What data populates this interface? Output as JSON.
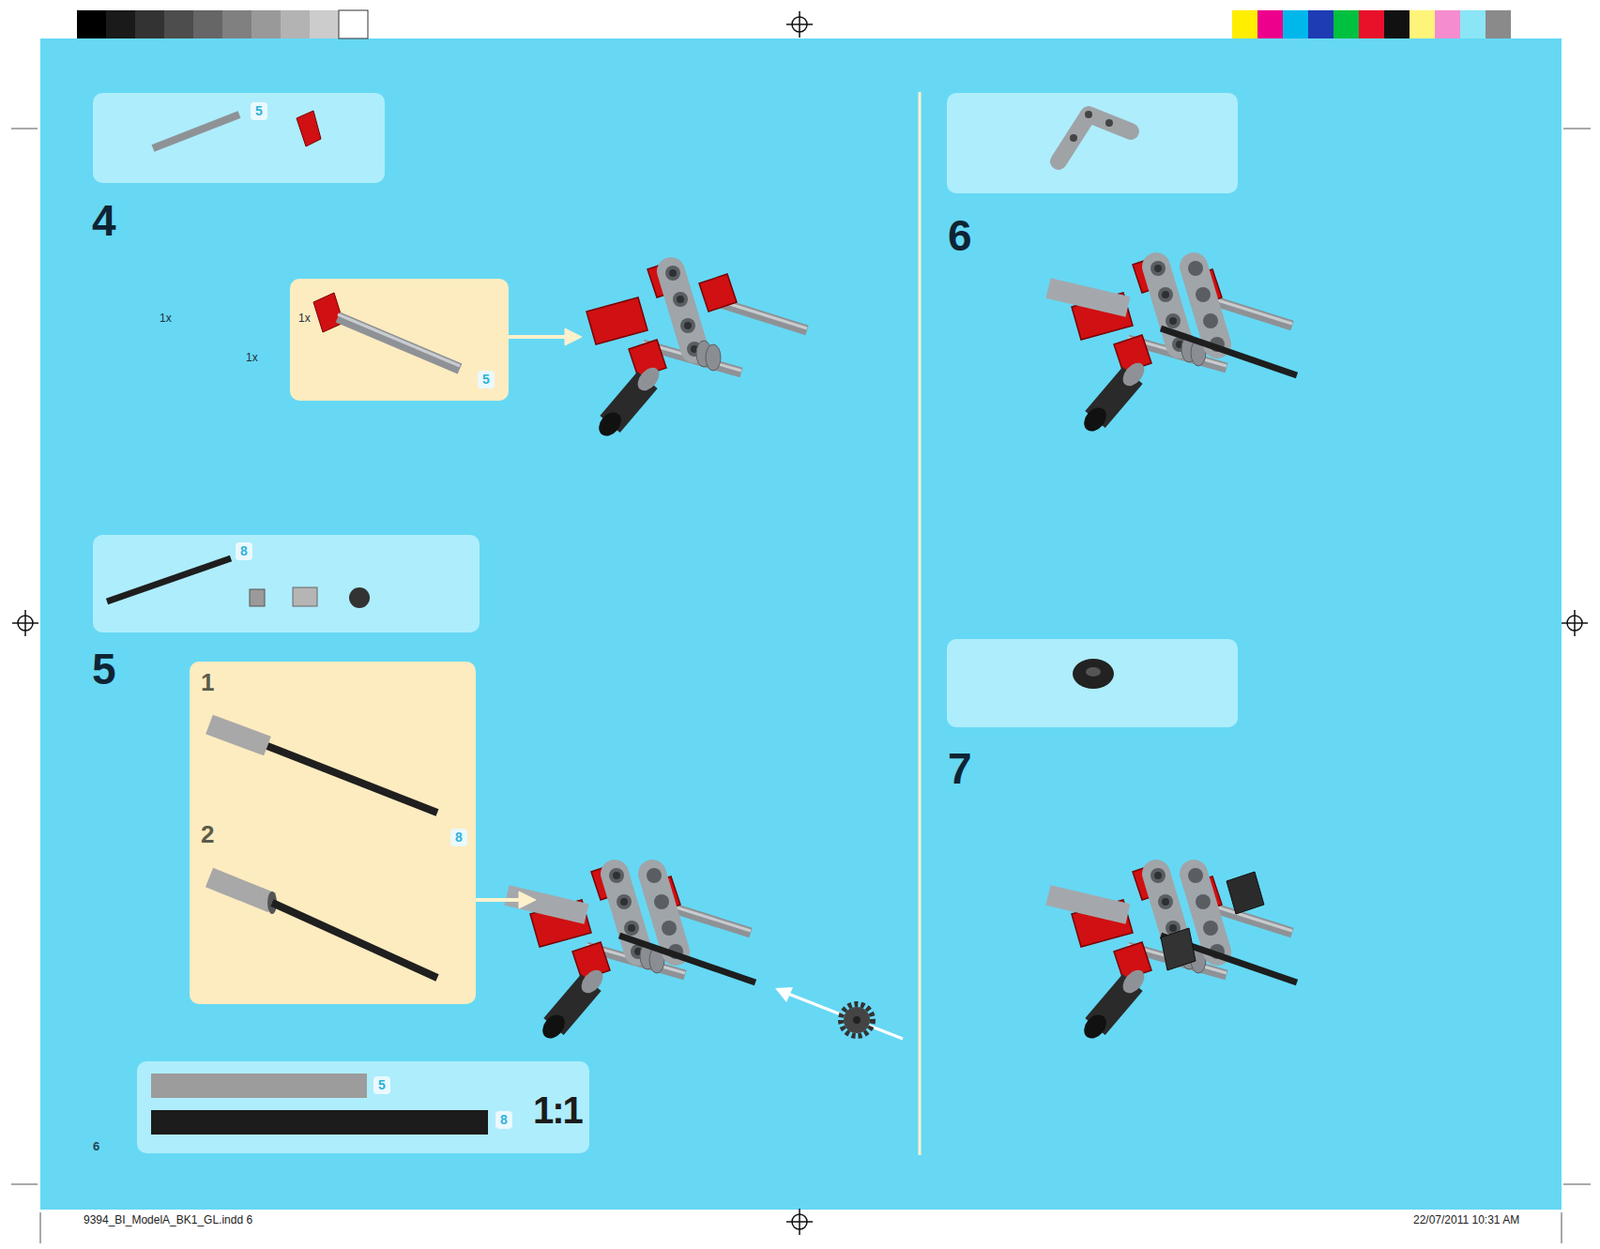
{
  "diagram": {
    "nodes": [
      {
        "text": [
          "5"
        ]
      },
      {
        "text": [
          "5"
        ]
      },
      {
        "text": [
          "8"
        ]
      },
      {
        "text": [
          "1",
          "8",
          "2"
        ]
      },
      {
        "text": [
          "5",
          "8",
          "1:1"
        ]
      }
    ],
    "labels": [
      "4",
      "5",
      "6",
      "7",
      "1x",
      "1x",
      "1x",
      "6",
      "9394_BI_ModelA_BK1_GL.indd  6",
      "22/07/2011  10:31 AM"
    ]
  }
}
